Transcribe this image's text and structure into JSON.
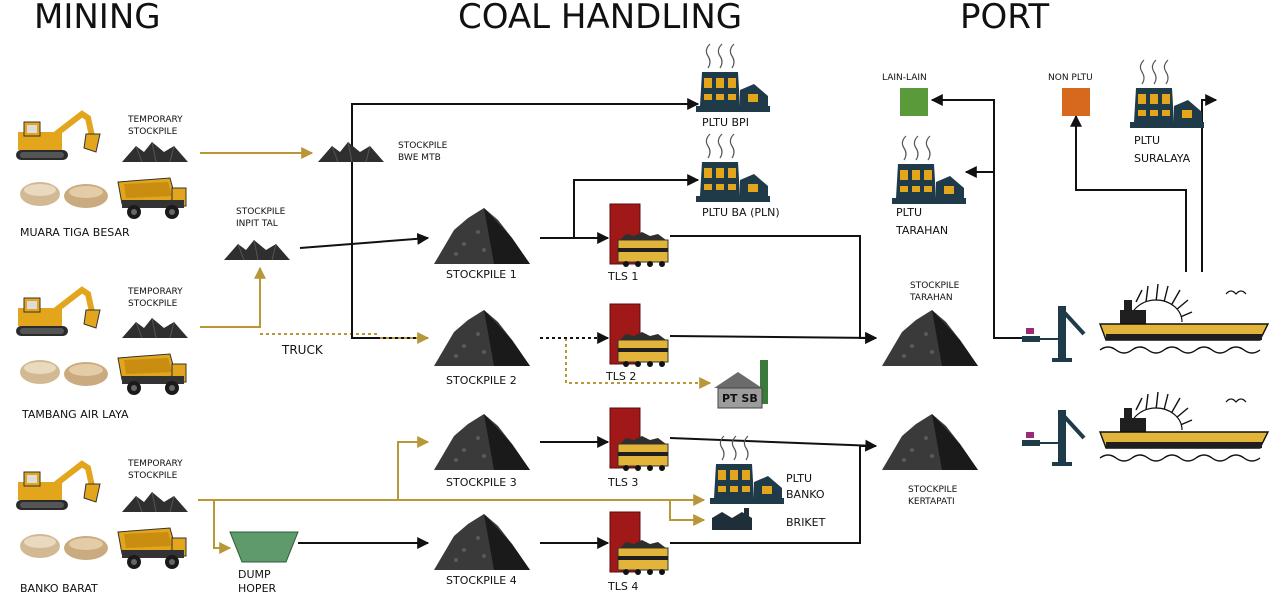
{
  "headers": {
    "mining": "MINING",
    "coal_handling": "COAL HANDLING",
    "port": "PORT"
  },
  "mines": {
    "mtb": {
      "name": "MUARA TIGA BESAR",
      "temp_line1": "TEMPORARY",
      "temp_line2": "STOCKPILE"
    },
    "tal": {
      "name": "TAMBANG AIR LAYA",
      "temp_line1": "TEMPORARY",
      "temp_line2": "STOCKPILE"
    },
    "bb": {
      "name": "BANKO BARAT",
      "temp_line1": "TEMPORARY",
      "temp_line2": "STOCKPILE"
    }
  },
  "handling": {
    "bwe_line1": "STOCKPILE",
    "bwe_line2": "BWE MTB",
    "inpit_line1": "STOCKPILE",
    "inpit_line2": "INPIT TAL",
    "truck": "TRUCK",
    "dump_line1": "DUMP",
    "dump_line2": "HOPER",
    "stockpiles": [
      "STOCKPILE 1",
      "STOCKPILE 2",
      "STOCKPILE 3",
      "STOCKPILE 4"
    ],
    "tls": [
      "TLS 1",
      "TLS 2",
      "TLS 3",
      "TLS 4"
    ],
    "pltu_bpi": "PLTU BPI",
    "pltu_ba": "PLTU BA (PLN)",
    "pt_sb": "PT SB",
    "pltu_banko_line1": "PLTU",
    "pltu_banko_line2": "BANKO",
    "briket": "BRIKET"
  },
  "port": {
    "lain": "LAIN-LAIN",
    "non_pltu": "NON PLTU",
    "suralaya_line1": "PLTU",
    "suralaya_line2": "SURALAYA",
    "tarahan_line1": "PLTU",
    "tarahan_line2": "TARAHAN",
    "sp_tarahan_line1": "STOCKPILE",
    "sp_tarahan_line2": "TARAHAN",
    "sp_kertapati_line1": "STOCKPILE",
    "sp_kertapati_line2": "KERTAPATI"
  },
  "colors": {
    "gold_flow": "#b8973a",
    "black_flow": "#111111",
    "tls_red": "#a01818",
    "lain_green": "#5a9a3a",
    "non_pltu_orange": "#d6691e",
    "hopper_green": "#5f9a6a",
    "plant_teal": "#1f3b4a",
    "coal": "#3a3a3a",
    "excavator": "#e2a51c"
  }
}
